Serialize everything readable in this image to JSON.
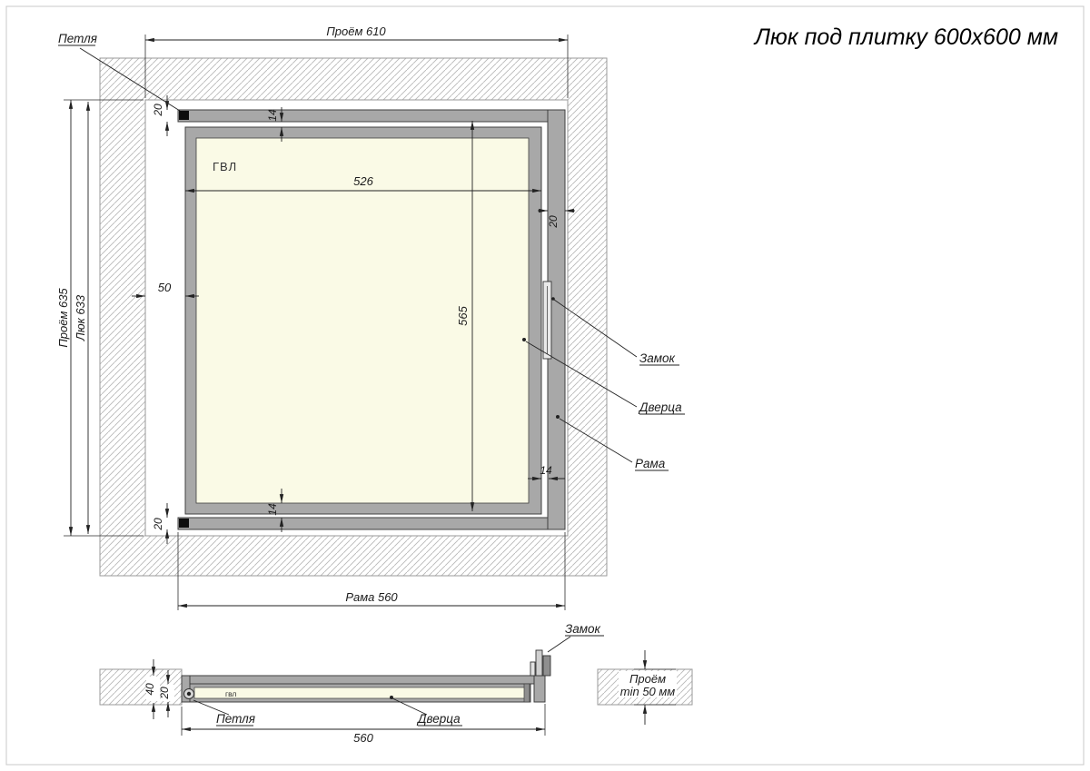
{
  "title": "Люк под плитку 600х600 мм",
  "front": {
    "labels": {
      "material": "ГВЛ"
    },
    "callouts": {
      "hinge": "Петля",
      "lock": "Замок",
      "door": "Дверца",
      "frame": "Рама"
    },
    "dims": {
      "opening_width": "Проём 610",
      "opening_height": "Проём 635",
      "hatch_height": "Люк 633",
      "panel_width": "526",
      "door_height": "565",
      "side_gap": "50",
      "top_frame": "20",
      "top_gap": "14",
      "right_frame": "20",
      "right_gap": "14",
      "bottom_gap": "14",
      "bottom_frame": "20",
      "frame_width": "Рама 560"
    }
  },
  "section": {
    "labels": {
      "material": "гвл"
    },
    "callouts": {
      "lock": "Замок",
      "hinge": "Петля",
      "door": "Дверца"
    },
    "dims": {
      "total_depth": "40",
      "door_depth": "20",
      "width": "560",
      "opening_line1": "Проём",
      "opening_line2": "min 50 мм"
    }
  },
  "colors": {
    "frame_gray": "#a8a8a8",
    "panel_cream": "#fafae6",
    "hatch_line": "#b9b9b9",
    "wall_edge": "#9a9a9a",
    "line_dark": "#222222"
  }
}
